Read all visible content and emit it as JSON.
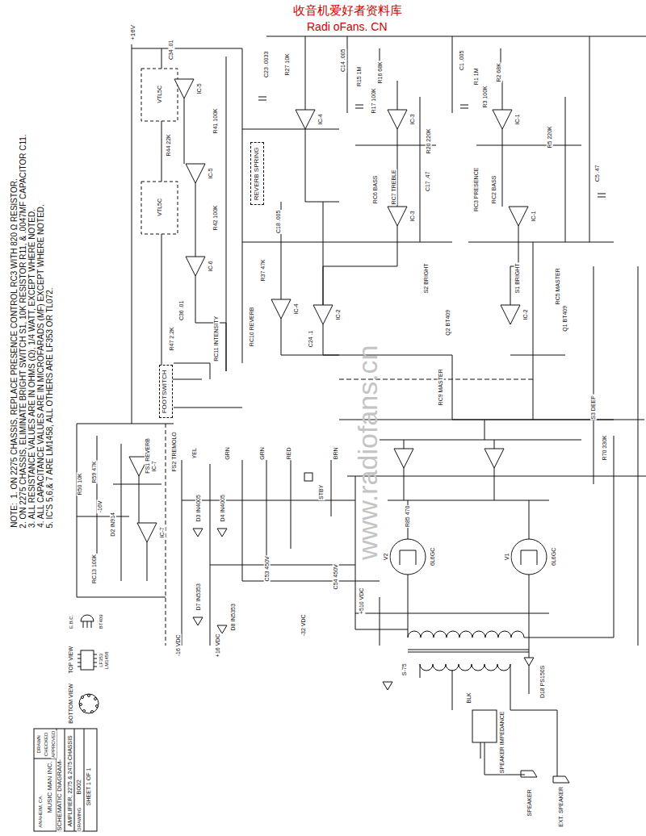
{
  "diagram": {
    "nodes": [
      {
        "text": [
          "REVERB SPRING"
        ]
      },
      {
        "text": [
          "FOOTSWITCH"
        ]
      }
    ],
    "labels": [
      "收音机爱好者资料库",
      "Radi oFans. CN",
      "www.radiofans.cn",
      "NOTE:",
      "1. ON 2275 CHASSIS, REPLACE PRESENCE CONTROL RC3 WITH 820 Ω RESISTOR.",
      "2. ON 2275 CHASSIS, ELIMINATE BRIGHT SWITCH S1, 10K RESISTOR R11, & .0047MF CAPACITOR C11.",
      "3. ALL RESISTANCE VALUES ARE IN OHMS (Ω), 1/4 WATT, EXCEPT WHERE NOTED.",
      "4. ALL CAPACITANCE VALUES ARE IN MICROFARADS (MF) EXCEPT WHERE NOTED.",
      "5. IC'S 5,6,& 7 ARE LM1458, ALL OTHERS ARE LF353 OR TL072.",
      "MUSIC MAN INC.",
      "ANAHEIM, CA.",
      "SCHEMATIC DIAGRAM-",
      "AMPLIFIER, 2275 & 2475 CHASSIS",
      "DRAWING",
      "B002",
      "SHEET 1 OF 1",
      "DRAWN",
      "CHECKED",
      "APPROVED",
      "BOTTOM VIEW",
      "TOP VIEW",
      "LF353",
      "LM1458",
      "E.B.C.",
      "BT409",
      "+16V",
      "IC-5",
      "IC-5",
      "IC-6",
      "C34 .01",
      "R41 100K",
      "R42 100K",
      "R44 22K",
      "VTL5C",
      "VTL5C",
      "C36 .01",
      "R47 2.2K",
      "RC11 INTENSITY",
      "RC10 REVERB",
      "IC-4",
      "C23 .0033",
      "R27 10K",
      "C18 .005",
      "IC-4",
      "C24 .1",
      "R37 47K",
      "FS1 REVERB",
      "FS2 TREMOLO",
      "R59 47K",
      "IC-7",
      "IC-7",
      "-16V",
      "R50 10K",
      "RC13 100K",
      "D2 IN914",
      "C14 .005",
      "R15 1M",
      "R16 68K",
      "R17 100K",
      "IC-3",
      "R20 220K",
      "RC6 BASS",
      "RC7 TREBLE",
      "C17 .47",
      "IC-3",
      "C1 .005",
      "R1 1M",
      "R2 68K",
      "R3 100K",
      "IC-1",
      "R5 220K",
      "RC2 BASS",
      "RC3 PRESENCE",
      "C5 .47",
      "IC-1",
      "S1 BRIGHT",
      "RC5 MASTER",
      "IC-2",
      "Q1 BT409",
      "IC-2",
      "Q2 BT409",
      "S2 BRIGHT",
      "RC9 MASTER",
      "S3 DEEP",
      "R70 330K",
      "BRN",
      "STBY",
      "GRN",
      "GRN",
      "YEL",
      "RED",
      "6L6GC",
      "6L6GC",
      "V2",
      "V1",
      "+510 VDC",
      "+16 VDC",
      "-16 VDC",
      "-32 VDC",
      "D3 IN4005",
      "D4 IN4005",
      "D7 IN5353",
      "D8 IN5353",
      "C53 450V",
      "C54 450V",
      "S-75",
      "BLK",
      "D18 PS150S",
      "SPEAKER IMPEDANCE",
      "SPEAKER",
      "EXT. SPEAKER",
      "R85 470"
    ]
  }
}
